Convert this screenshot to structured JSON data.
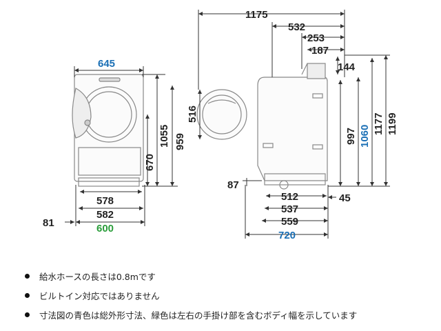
{
  "dimensions": {
    "front_width": "645",
    "front_feet_578": "578",
    "front_feet_582": "582",
    "front_width_handles": "600",
    "front_left_offset": "81",
    "front_height_670": "670",
    "front_height_1055": "1055",
    "front_height_959": "959",
    "door_516": "516",
    "top_1175": "1175",
    "top_532": "532",
    "top_253": "253",
    "top_187": "187",
    "side_144": "144",
    "side_997": "997",
    "side_1060": "1060",
    "side_1177": "1177",
    "side_1199": "1199",
    "side_87": "87",
    "side_45": "45",
    "depth_512": "512",
    "depth_537": "537",
    "depth_559": "559",
    "depth_720": "720"
  },
  "colors": {
    "outer_dimension": "#1a6fb5",
    "handle_dimension": "#2a9d3a",
    "text": "#222222",
    "line": "#333333"
  },
  "notes": [
    "給水ホースの長さは0.8mです",
    "ビルトイン対応ではありません",
    "寸法図の青色は総外形寸法、緑色は左右の手掛け部を含むボディ幅を示しています"
  ]
}
